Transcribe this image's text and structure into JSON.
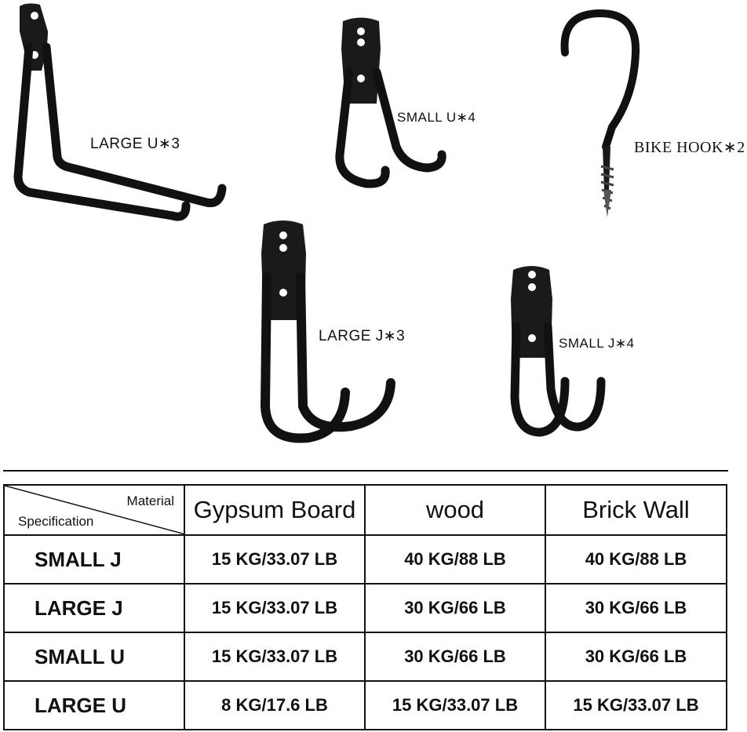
{
  "products": {
    "large_u": "LARGE U∗3",
    "small_u": "SMALL U∗4",
    "bike_hook": "BIKE HOOK∗2",
    "large_j": "LARGE J∗3",
    "small_j": "SMALL J∗4"
  },
  "table": {
    "corner_top": "Material",
    "corner_bottom": "Specification",
    "columns": [
      "Gypsum Board",
      "wood",
      "Brick Wall"
    ],
    "rows": [
      {
        "spec": "SMALL J",
        "values": [
          "15 KG/33.07 LB",
          "40 KG/88 LB",
          "40 KG/88 LB"
        ]
      },
      {
        "spec": "LARGE J",
        "values": [
          "15 KG/33.07 LB",
          "30 KG/66 LB",
          "30 KG/66 LB"
        ]
      },
      {
        "spec": "SMALL U",
        "values": [
          "15 KG/33.07 LB",
          "30 KG/66 LB",
          "30 KG/66 LB"
        ]
      },
      {
        "spec": "LARGE U",
        "values": [
          "8 KG/17.6 LB",
          "15 KG/33.07 LB",
          "15 KG/33.07 LB"
        ]
      }
    ]
  },
  "colors": {
    "hook": "#111111",
    "plate": "#1a1a1a",
    "text": "#111111"
  }
}
